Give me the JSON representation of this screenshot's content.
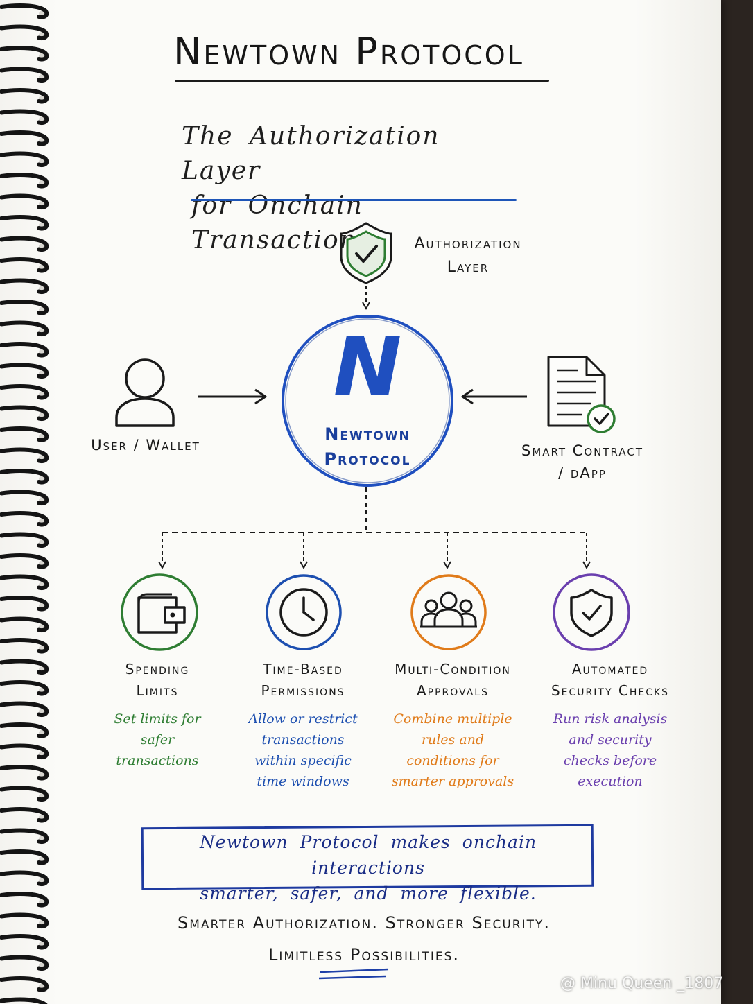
{
  "title": "Newtown Protocol",
  "subtitle": {
    "line1": "The Authorization Layer",
    "line2": "for Onchain Transactions"
  },
  "authorization": {
    "line1": "Authorization",
    "line2": "Layer",
    "icon": "shield-check-icon",
    "color": "#2e7d32"
  },
  "user": {
    "label": "User / Wallet",
    "icon": "user-icon"
  },
  "contract": {
    "line1": "Smart Contract",
    "line2": "/ dApp",
    "icon": "document-check-icon"
  },
  "hub": {
    "letter": "N",
    "line1": "Newtown",
    "line2": "Protocol",
    "color": "#1f4fbf"
  },
  "features": [
    {
      "title1": "Spending",
      "title2": "Limits",
      "desc": [
        "Set limits for",
        "safer",
        "transactions"
      ],
      "icon": "wallet-icon",
      "color": "#2e7d32"
    },
    {
      "title1": "Time-Based",
      "title2": "Permissions",
      "desc": [
        "Allow or restrict",
        "transactions",
        "within specific",
        "time windows"
      ],
      "icon": "clock-icon",
      "color": "#1d4fb0"
    },
    {
      "title1": "Multi-Condition",
      "title2": "Approvals",
      "desc": [
        "Combine multiple",
        "rules and",
        "conditions for",
        "smarter approvals"
      ],
      "icon": "group-icon",
      "color": "#e07b1a"
    },
    {
      "title1": "Automated",
      "title2": "Security Checks",
      "desc": [
        "Run risk analysis",
        "and security",
        "checks before",
        "execution"
      ],
      "icon": "shield-check-icon",
      "color": "#6a3fae"
    }
  ],
  "summary": {
    "line1": "Newtown Protocol makes onchain interactions",
    "line2": "smarter, safer, and more flexible."
  },
  "tagline": {
    "line1": "Smarter Authorization. Stronger Security.",
    "line2": "Limitless Possibilities."
  },
  "watermark": "@ Minu Queen _1807"
}
